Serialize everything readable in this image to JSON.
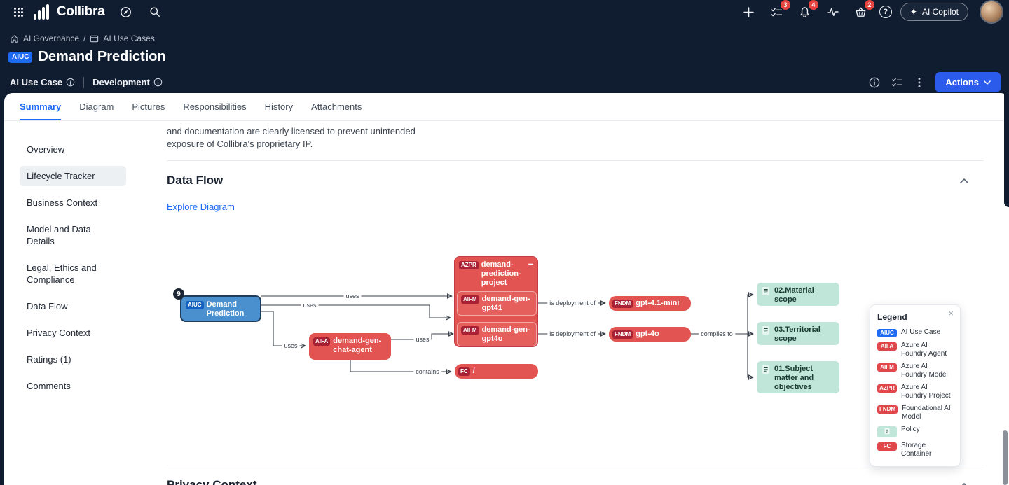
{
  "colors": {
    "topbar_bg": "#101d31",
    "accent_blue": "#1d6bf3",
    "actions_button_blue": "#2a5bea",
    "node_red": "#e25451",
    "node_chip_red": "#a92134",
    "node_blue": "#4a90cf",
    "node_chip_blue": "#135fc0",
    "policy_teal": "#c0e5d9",
    "badge_red": "#e5463f"
  },
  "topbar": {
    "logo_text": "Collibra",
    "copilot_label": "AI Copilot",
    "tasks_badge": "3",
    "notifications_badge": "4",
    "basket_badge": "2",
    "help_glyph": "?"
  },
  "breadcrumb": {
    "item1": "AI Governance",
    "separator": "/",
    "item2": "AI Use Cases"
  },
  "header": {
    "type_badge": "AIUC",
    "title": "Demand Prediction",
    "asset_type": "AI Use Case",
    "status": "Development",
    "actions_label": "Actions"
  },
  "tabs": [
    {
      "label": "Summary"
    },
    {
      "label": "Diagram"
    },
    {
      "label": "Pictures"
    },
    {
      "label": "Responsibilities"
    },
    {
      "label": "History"
    },
    {
      "label": "Attachments"
    }
  ],
  "sidebar": {
    "items": [
      {
        "label": "Overview"
      },
      {
        "label": "Lifecycle Tracker"
      },
      {
        "label": "Business Context"
      },
      {
        "label": "Model and Data Details"
      },
      {
        "label": "Legal, Ethics and Compliance"
      },
      {
        "label": "Data Flow"
      },
      {
        "label": "Privacy Context"
      },
      {
        "label": "Ratings (1)"
      },
      {
        "label": "Comments"
      }
    ]
  },
  "content": {
    "intro_line1": "and documentation are clearly licensed to prevent unintended",
    "intro_line2": "exposure of Collibra's proprietary IP.",
    "dataflow_title": "Data Flow",
    "explore_link": "Explore Diagram",
    "privacy_title": "Privacy Context"
  },
  "diagram": {
    "badge_count": "9",
    "nodes": {
      "aiuc": {
        "chip": "AIUC",
        "label": "Demand Prediction"
      },
      "chat_agent": {
        "chip": "AIFA",
        "label": "demand-gen-chat-agent"
      },
      "project": {
        "chip": "AZPR",
        "label": "demand-prediction-project",
        "collapse": "–"
      },
      "gpt41": {
        "chip": "AIFM",
        "label": "demand-gen-gpt41"
      },
      "gpt4o": {
        "chip": "AIFM",
        "label": "demand-gen-gpt4o"
      },
      "fndm_mini": {
        "chip": "FNDM",
        "label": "gpt-4.1-mini"
      },
      "fndm_4o": {
        "chip": "FNDM",
        "label": "gpt-4o"
      },
      "storage": {
        "chip": "FC",
        "label": "/"
      },
      "policy_material": {
        "label": "02.Material scope"
      },
      "policy_territorial": {
        "label": "03.Territorial scope"
      },
      "policy_subject": {
        "label": "01.Subject matter and objectives"
      }
    },
    "edge_labels": {
      "uses": "uses",
      "deployment": "is deployment of",
      "complies": "complies to",
      "contains": "contains"
    },
    "legend": {
      "title": "Legend",
      "close": "×",
      "entries": [
        {
          "chip": "AIUC",
          "label": "AI Use Case",
          "type": "blue"
        },
        {
          "chip": "AIFA",
          "label": "Azure AI Foundry Agent",
          "type": "red"
        },
        {
          "chip": "AIFM",
          "label": "Azure AI Foundry Model",
          "type": "red"
        },
        {
          "chip": "AZPR",
          "label": "Azure AI Foundry Project",
          "type": "red"
        },
        {
          "chip": "FNDM",
          "label": "Foundational AI Model",
          "type": "red"
        },
        {
          "chip": "",
          "label": "Policy",
          "type": "policy"
        },
        {
          "chip": "FC",
          "label": "Storage Container",
          "type": "red"
        }
      ]
    }
  }
}
